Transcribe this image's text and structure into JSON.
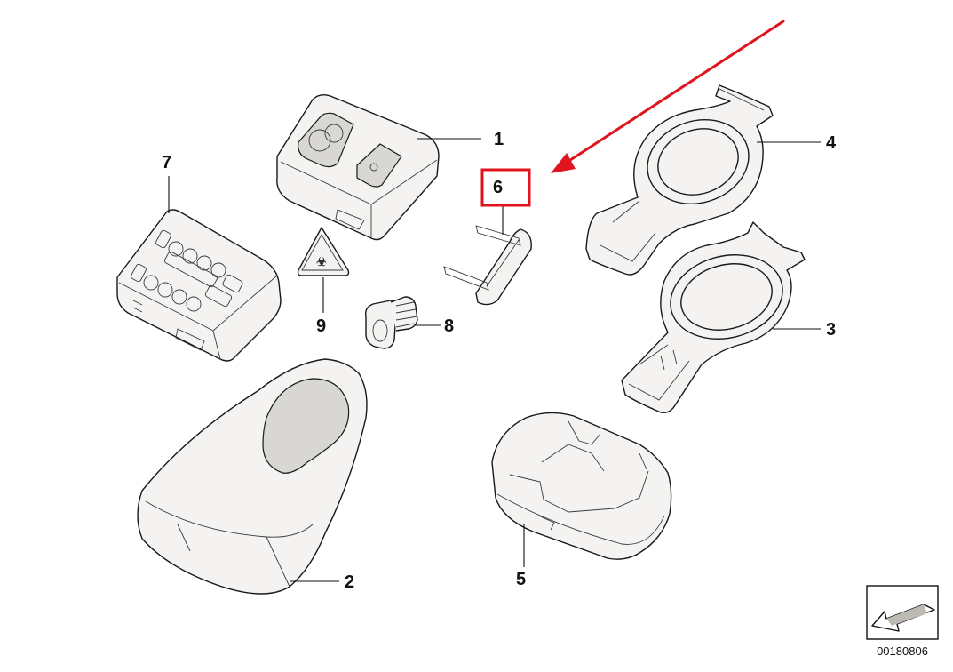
{
  "callouts": {
    "c1": "1",
    "c2": "2",
    "c3": "3",
    "c4": "4",
    "c5": "5",
    "c6": "6",
    "c7": "7",
    "c8": "8",
    "c9": "9"
  },
  "highlight": {
    "target": "6",
    "box_color": "#e0141e",
    "arrow_color": "#e0141e"
  },
  "reference_code": "00180806",
  "icons": {
    "warning_symbol": "warning-triangle-icon",
    "corner_symbol": "corner-arrow-icon"
  }
}
